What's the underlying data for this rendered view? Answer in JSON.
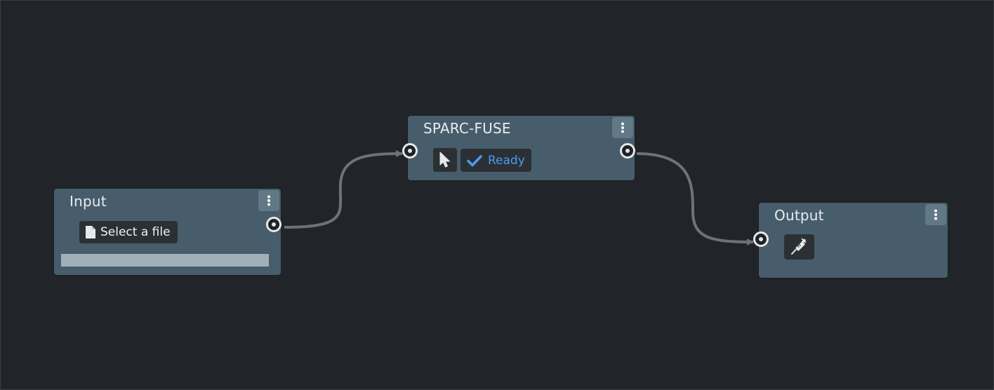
{
  "nodes": {
    "input": {
      "title": "Input",
      "select_file_label": "Select a file",
      "progress_fraction": 1.0,
      "menu_icon": "kebab-vertical-icon",
      "file_icon": "document-icon"
    },
    "sparc_fuse": {
      "title": "SPARC-FUSE",
      "status_label": "Ready",
      "menu_icon": "kebab-vertical-icon",
      "cursor_icon": "cursor-arrow-icon",
      "status_icon": "checkmark-icon"
    },
    "output": {
      "title": "Output",
      "menu_icon": "kebab-vertical-icon",
      "tool_icon": "syringe-icon"
    }
  },
  "edges": [
    {
      "from": "input",
      "to": "sparc_fuse"
    },
    {
      "from": "sparc_fuse",
      "to": "output"
    }
  ],
  "colors": {
    "canvas_bg": "#212428",
    "node_bg": "#475d6c",
    "chip_bg": "#2b3035",
    "status_accent": "#4d9bef",
    "edge": "#6f7275"
  }
}
